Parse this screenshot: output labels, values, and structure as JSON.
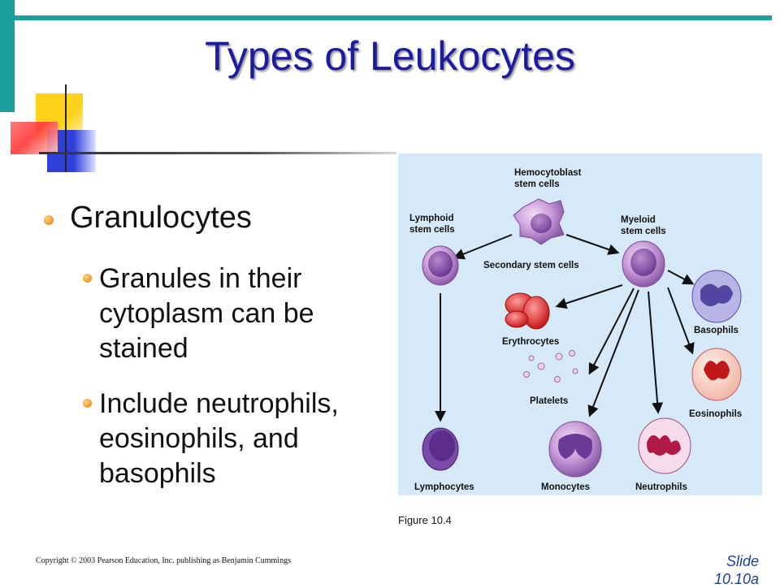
{
  "title": "Types of Leukocytes",
  "bullets": {
    "main": "Granulocytes",
    "sub": [
      "Granules in their cytoplasm can be stained",
      "Include neutrophils, eosinophils, and basophils"
    ]
  },
  "diagram": {
    "labels": {
      "hemocytoblast_line1": "Hemocytoblast",
      "hemocytoblast_line2": "stem cells",
      "lymphoid_line1": "Lymphoid",
      "lymphoid_line2": "stem cells",
      "myeloid_line1": "Myeloid",
      "myeloid_line2": "stem cells",
      "secondary": "Secondary stem cells",
      "erythrocytes": "Erythrocytes",
      "platelets": "Platelets",
      "basophils": "Basophils",
      "eosinophils": "Eosinophils",
      "lymphocytes": "Lymphocytes",
      "monocytes": "Monocytes",
      "neutrophils": "Neutrophils"
    }
  },
  "figure_caption": "Figure 10.4",
  "footer": {
    "copyright": "Copyright © 2003 Pearson Education, Inc. publishing as Benjamin Cummings",
    "slide_line1": "Slide",
    "slide_line2": "10.10a"
  },
  "colors": {
    "title": "#1c1c9c",
    "accent_teal": "#1a9e9e",
    "diagram_bg": "#d6e9f8"
  }
}
